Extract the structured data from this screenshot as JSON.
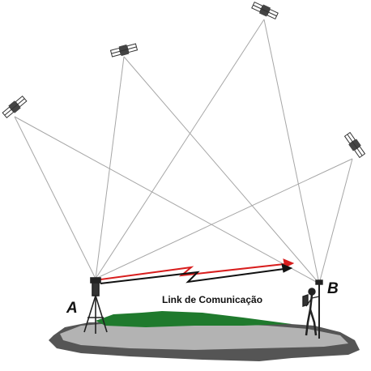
{
  "diagram": {
    "station_a_label": "A",
    "station_b_label": "B",
    "link_label": "Link de Comunicação"
  },
  "colors": {
    "signal_lines": "#a6a6a6",
    "link_red": "#d81e1e",
    "link_black": "#111111",
    "terrain_dark": "#555555",
    "terrain_light": "#b3b3b3",
    "grass": "#1f7a2d"
  },
  "icons": {
    "satellites": [
      "satellite-icon",
      "satellite-icon",
      "satellite-icon",
      "satellite-icon"
    ],
    "station_a": "tripod-receiver-icon",
    "station_b": "surveyor-rover-icon"
  }
}
